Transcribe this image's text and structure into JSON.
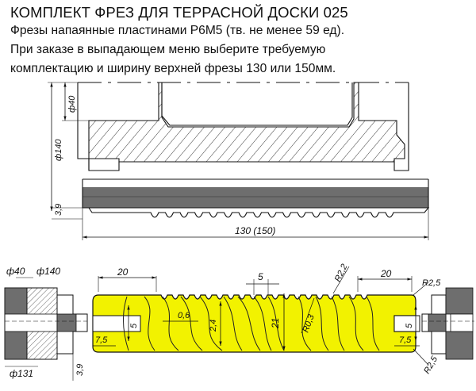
{
  "header": {
    "title": "КОМПЛЕКТ ФРЕЗ ДЛЯ ТЕРРАСНОЙ ДОСКИ 025",
    "line1": "Фрезы напаянные пластинами Р6М5 (тв. не менее 59 ед).",
    "line2": "При заказе в выпадающем меню выберите требуемую",
    "line3": "комплектацию и ширину верхней фрезы 130 или 150мм."
  },
  "top_drawing": {
    "dim_bore": "ф40",
    "dim_outer": "ф140",
    "dim_height": "3,9",
    "dim_width": "130 (150)"
  },
  "bottom_drawing": {
    "dim_left_bore": "ф40",
    "dim_left_outer": "ф140",
    "dim_left_small": "ф131",
    "dim_left_3_9": "3,9",
    "dim_20_left": "20",
    "dim_5_left": "5",
    "dim_0_6": "0,6",
    "dim_7_5_left": "7,5",
    "dim_2_4": "2,4",
    "dim_5_top": "5",
    "dim_21": "21",
    "dim_r0_3": "R0,3",
    "dim_r2_2": "R2,2",
    "dim_20_right": "20",
    "dim_r2_5_top": "R2,5",
    "dim_r2_5_bottom": "R2,5",
    "dim_5_right": "5",
    "dim_7_5_right": "7,5"
  },
  "colors": {
    "profile_fill": "#f2f200",
    "cutter_gray": "#6e6e6e",
    "line": "#1a1a1a"
  }
}
